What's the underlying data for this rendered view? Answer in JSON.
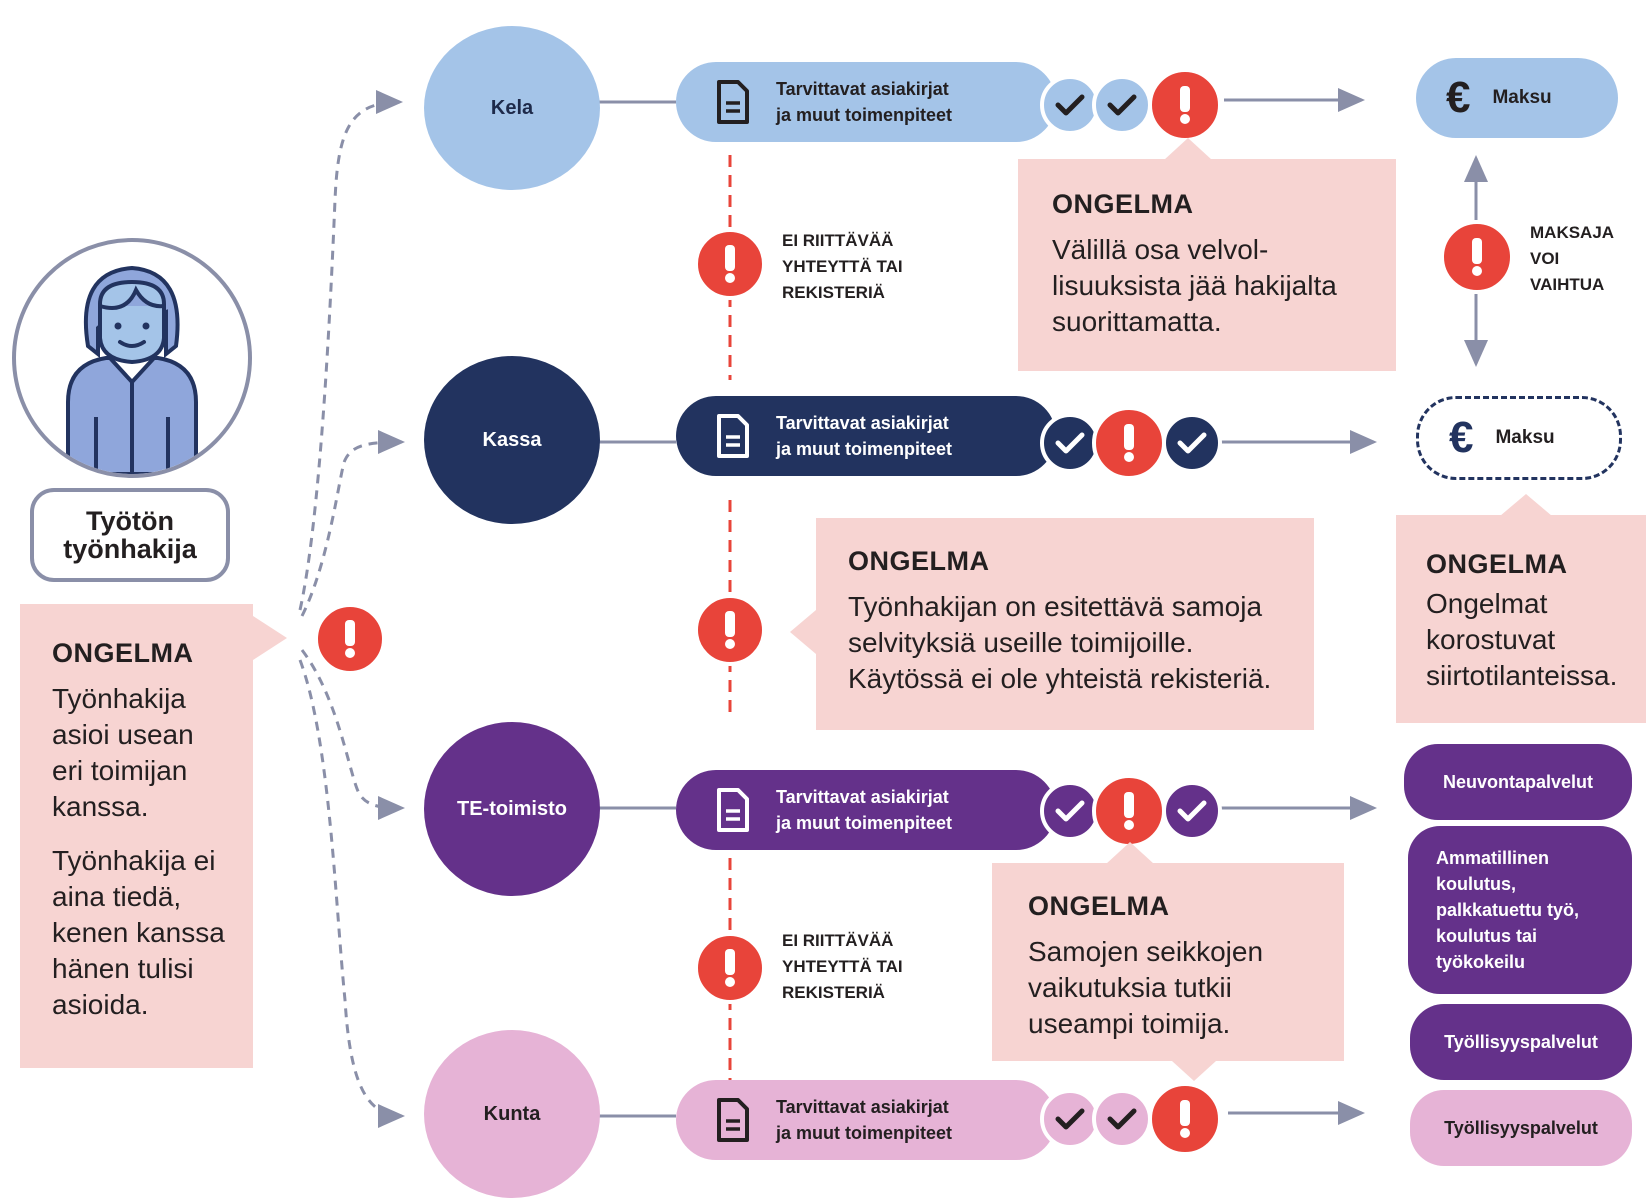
{
  "person": {
    "label_line1": "Työtön",
    "label_line2": "työnhakija"
  },
  "left_problem": {
    "heading": "ONGELMA",
    "paragraph1": [
      "Työnhakija",
      "asioi usean",
      "eri toimijan",
      "kanssa."
    ],
    "paragraph2": [
      "Työnhakija ei",
      "aina tiedä,",
      "kenen kanssa",
      "hänen tulisi",
      "asioida."
    ]
  },
  "actors": [
    {
      "name": "Kela",
      "color": "#a4c4e8",
      "text_color": "#1e2a4a"
    },
    {
      "name": "Kassa",
      "color": "#22335f",
      "text_color": "#ffffff"
    },
    {
      "name": "TE-toimisto",
      "color": "#64318a",
      "text_color": "#ffffff"
    },
    {
      "name": "Kunta",
      "color": "#e6b3d6",
      "text_color": "#231f20"
    }
  ],
  "task_pill": {
    "line1": "Tarvittavat asiakirjat",
    "line2": "ja muut toimenpiteet"
  },
  "payment_label": "Maksu",
  "insufficient_connection": {
    "line1": "EI RIITTÄVÄÄ",
    "line2": "YHTEYTTÄ TAI",
    "line3": "REKISTERIÄ"
  },
  "payer_may_change": {
    "line1": "MAKSAJA",
    "line2": "VOI",
    "line3": "VAIHTUA"
  },
  "problems": {
    "kela": {
      "heading": "ONGELMA",
      "lines": [
        "Välillä osa velvol-",
        "lisuuksista jää hakijalta",
        "suorittamatta."
      ]
    },
    "kassa": {
      "heading": "ONGELMA",
      "lines": [
        "Työnhakijan on esitettävä samoja",
        "selvityksiä useille toimijoille.",
        "Käytössä ei ole yhteistä rekisteriä."
      ]
    },
    "payment": {
      "heading": "ONGELMA",
      "lines": [
        "Ongelmat",
        "korostuvat",
        "siirtotilanteissa."
      ]
    },
    "te": {
      "heading": "ONGELMA",
      "lines": [
        "Samojen seikkojen",
        "vaikutuksia tutkii",
        "useampi toimija."
      ]
    }
  },
  "services": {
    "te": [
      "Neuvontapalvelut",
      [
        "Ammatillinen",
        "koulutus,",
        "palkkatuettu työ,",
        "koulutus tai",
        "työkokeilu"
      ],
      "Työllisyyspalvelut"
    ],
    "kunta": "Työllisyyspalvelut"
  },
  "colors": {
    "alert": "#e8443a",
    "callout": "#f7d4d2",
    "connector": "#8a8fa8",
    "dashed_red": "#e8443a"
  }
}
